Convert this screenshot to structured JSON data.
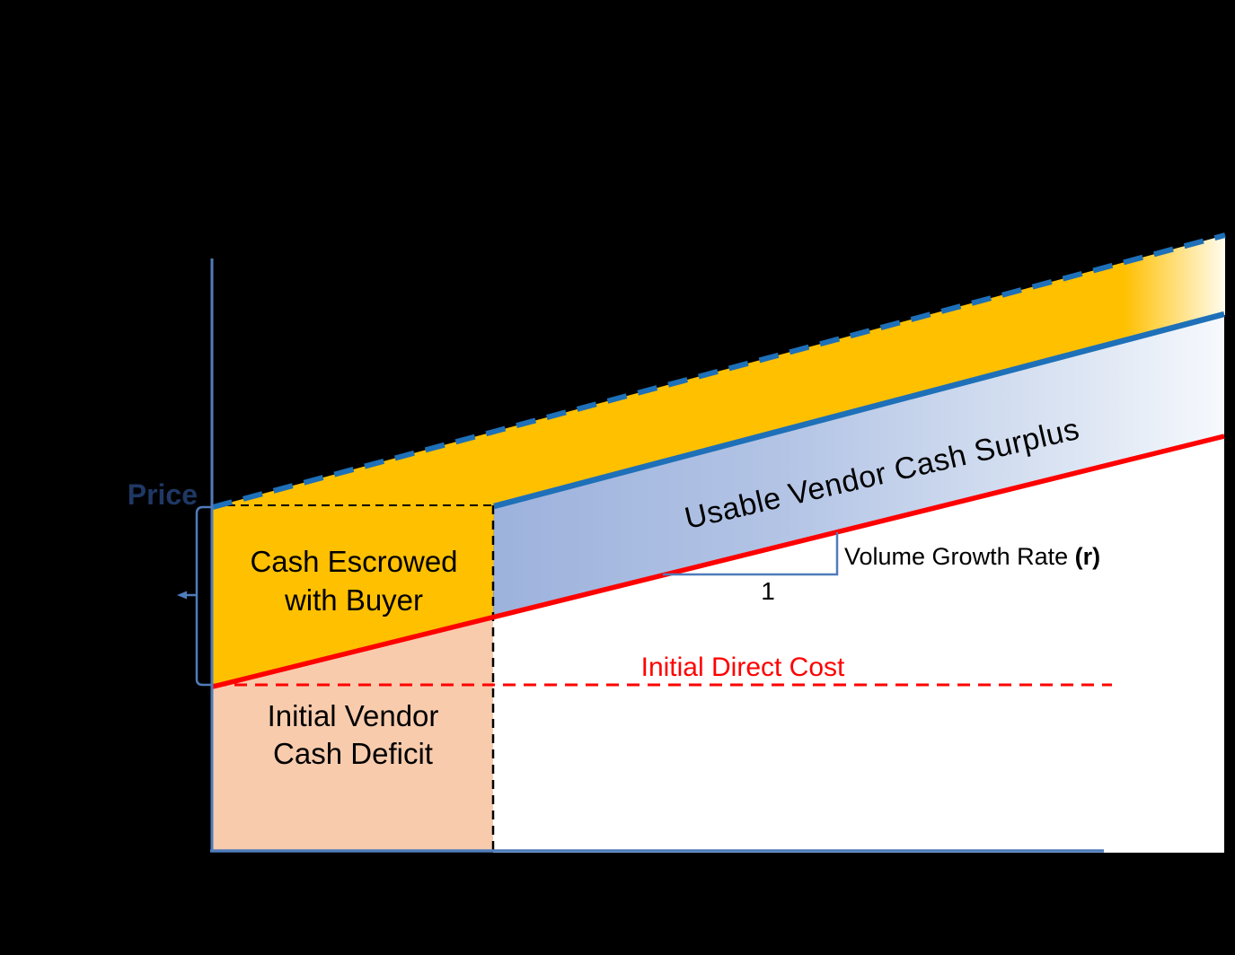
{
  "diagram": {
    "y_axis_label": "Price",
    "regions": {
      "cash_escrowed": "Cash Escrowed\nwith Buyer",
      "usable_vendor_cash_surplus": "Usable Vendor Cash Surplus",
      "initial_vendor_cash_deficit": "Initial Vendor\nCash Deficit"
    },
    "lines": {
      "price_line_style": "dashed-blue",
      "initial_direct_cost": "Initial Direct Cost",
      "volume_growth_rate": "Volume Growth Rate ",
      "volume_growth_rate_symbol": "(r)",
      "slope_run": "1"
    },
    "colors": {
      "gold": "#FFC000",
      "peach": "#F8CBAD",
      "band_blue": "#9DB2DC",
      "line_blue": "#1E70B8",
      "red": "#FF0000",
      "axis_blue": "#4F7CBA",
      "navy": "#1F3864",
      "white": "#FFFFFF",
      "black": "#000000"
    }
  }
}
